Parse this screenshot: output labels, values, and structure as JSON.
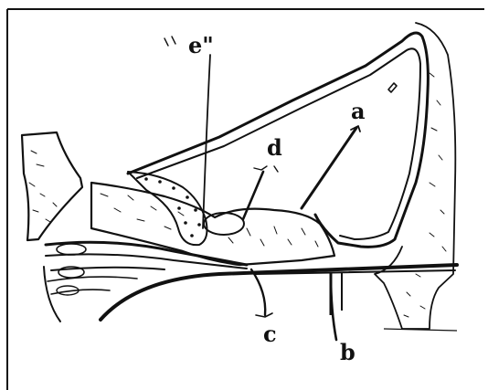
{
  "labels": {
    "a": "a",
    "b": "b",
    "c": "c",
    "d": "d",
    "e": "e\"",
    "quote_mark": "\""
  },
  "colors": {
    "ink": "#111111",
    "paper": "#ffffff"
  }
}
